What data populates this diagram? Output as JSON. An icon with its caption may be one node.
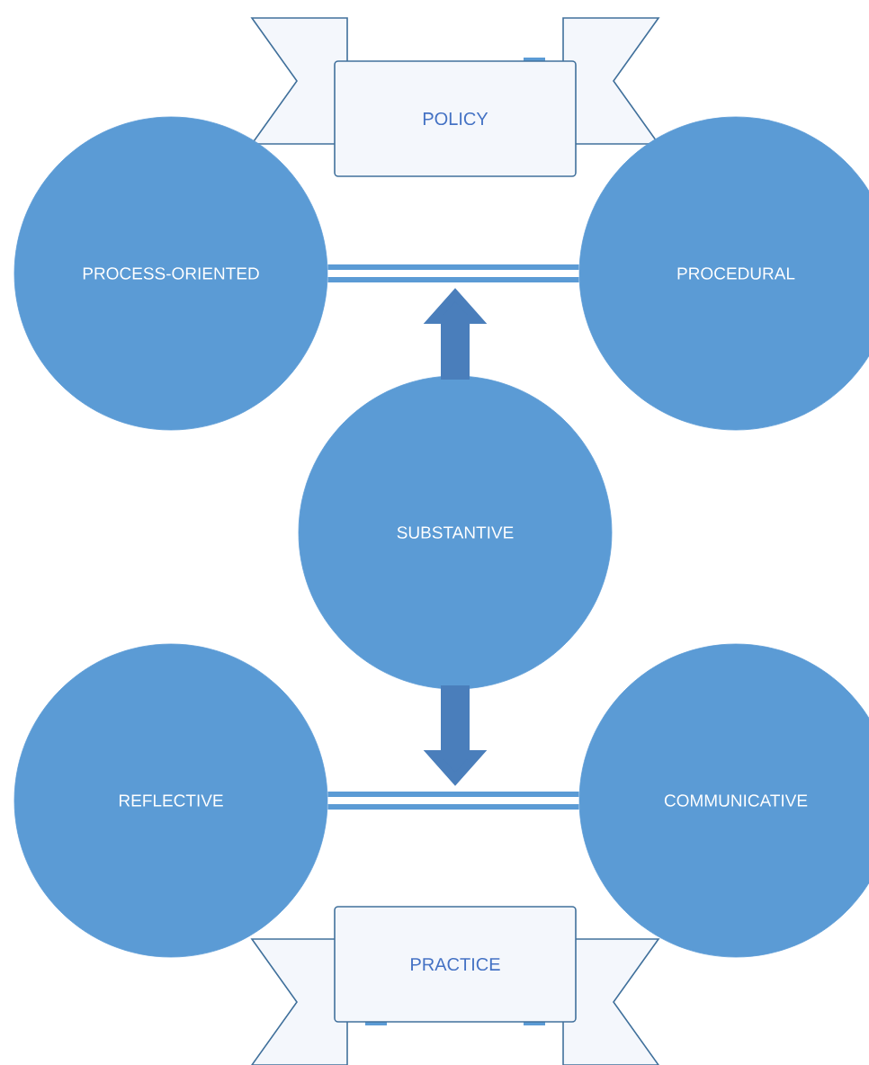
{
  "diagram": {
    "nodes": [
      {
        "text": [
          "POLICY"
        ]
      },
      {
        "text": [
          "PROCESS-ORIENTED"
        ]
      },
      {
        "text": [
          "PROCEDURAL"
        ]
      },
      {
        "text": [
          "SUBSTANTIVE"
        ]
      },
      {
        "text": [
          "REFLECTIVE"
        ]
      },
      {
        "text": [
          "COMMUNICATIVE"
        ]
      },
      {
        "text": [
          "PRACTICE"
        ]
      }
    ],
    "edges": [
      {
        "from": 1,
        "to": 2,
        "arrow": "none"
      },
      {
        "from": 3,
        "to": null,
        "arrow": "to"
      },
      {
        "from": 3,
        "to": null,
        "arrow": "to"
      },
      {
        "from": 4,
        "to": 5,
        "arrow": "none"
      }
    ]
  }
}
